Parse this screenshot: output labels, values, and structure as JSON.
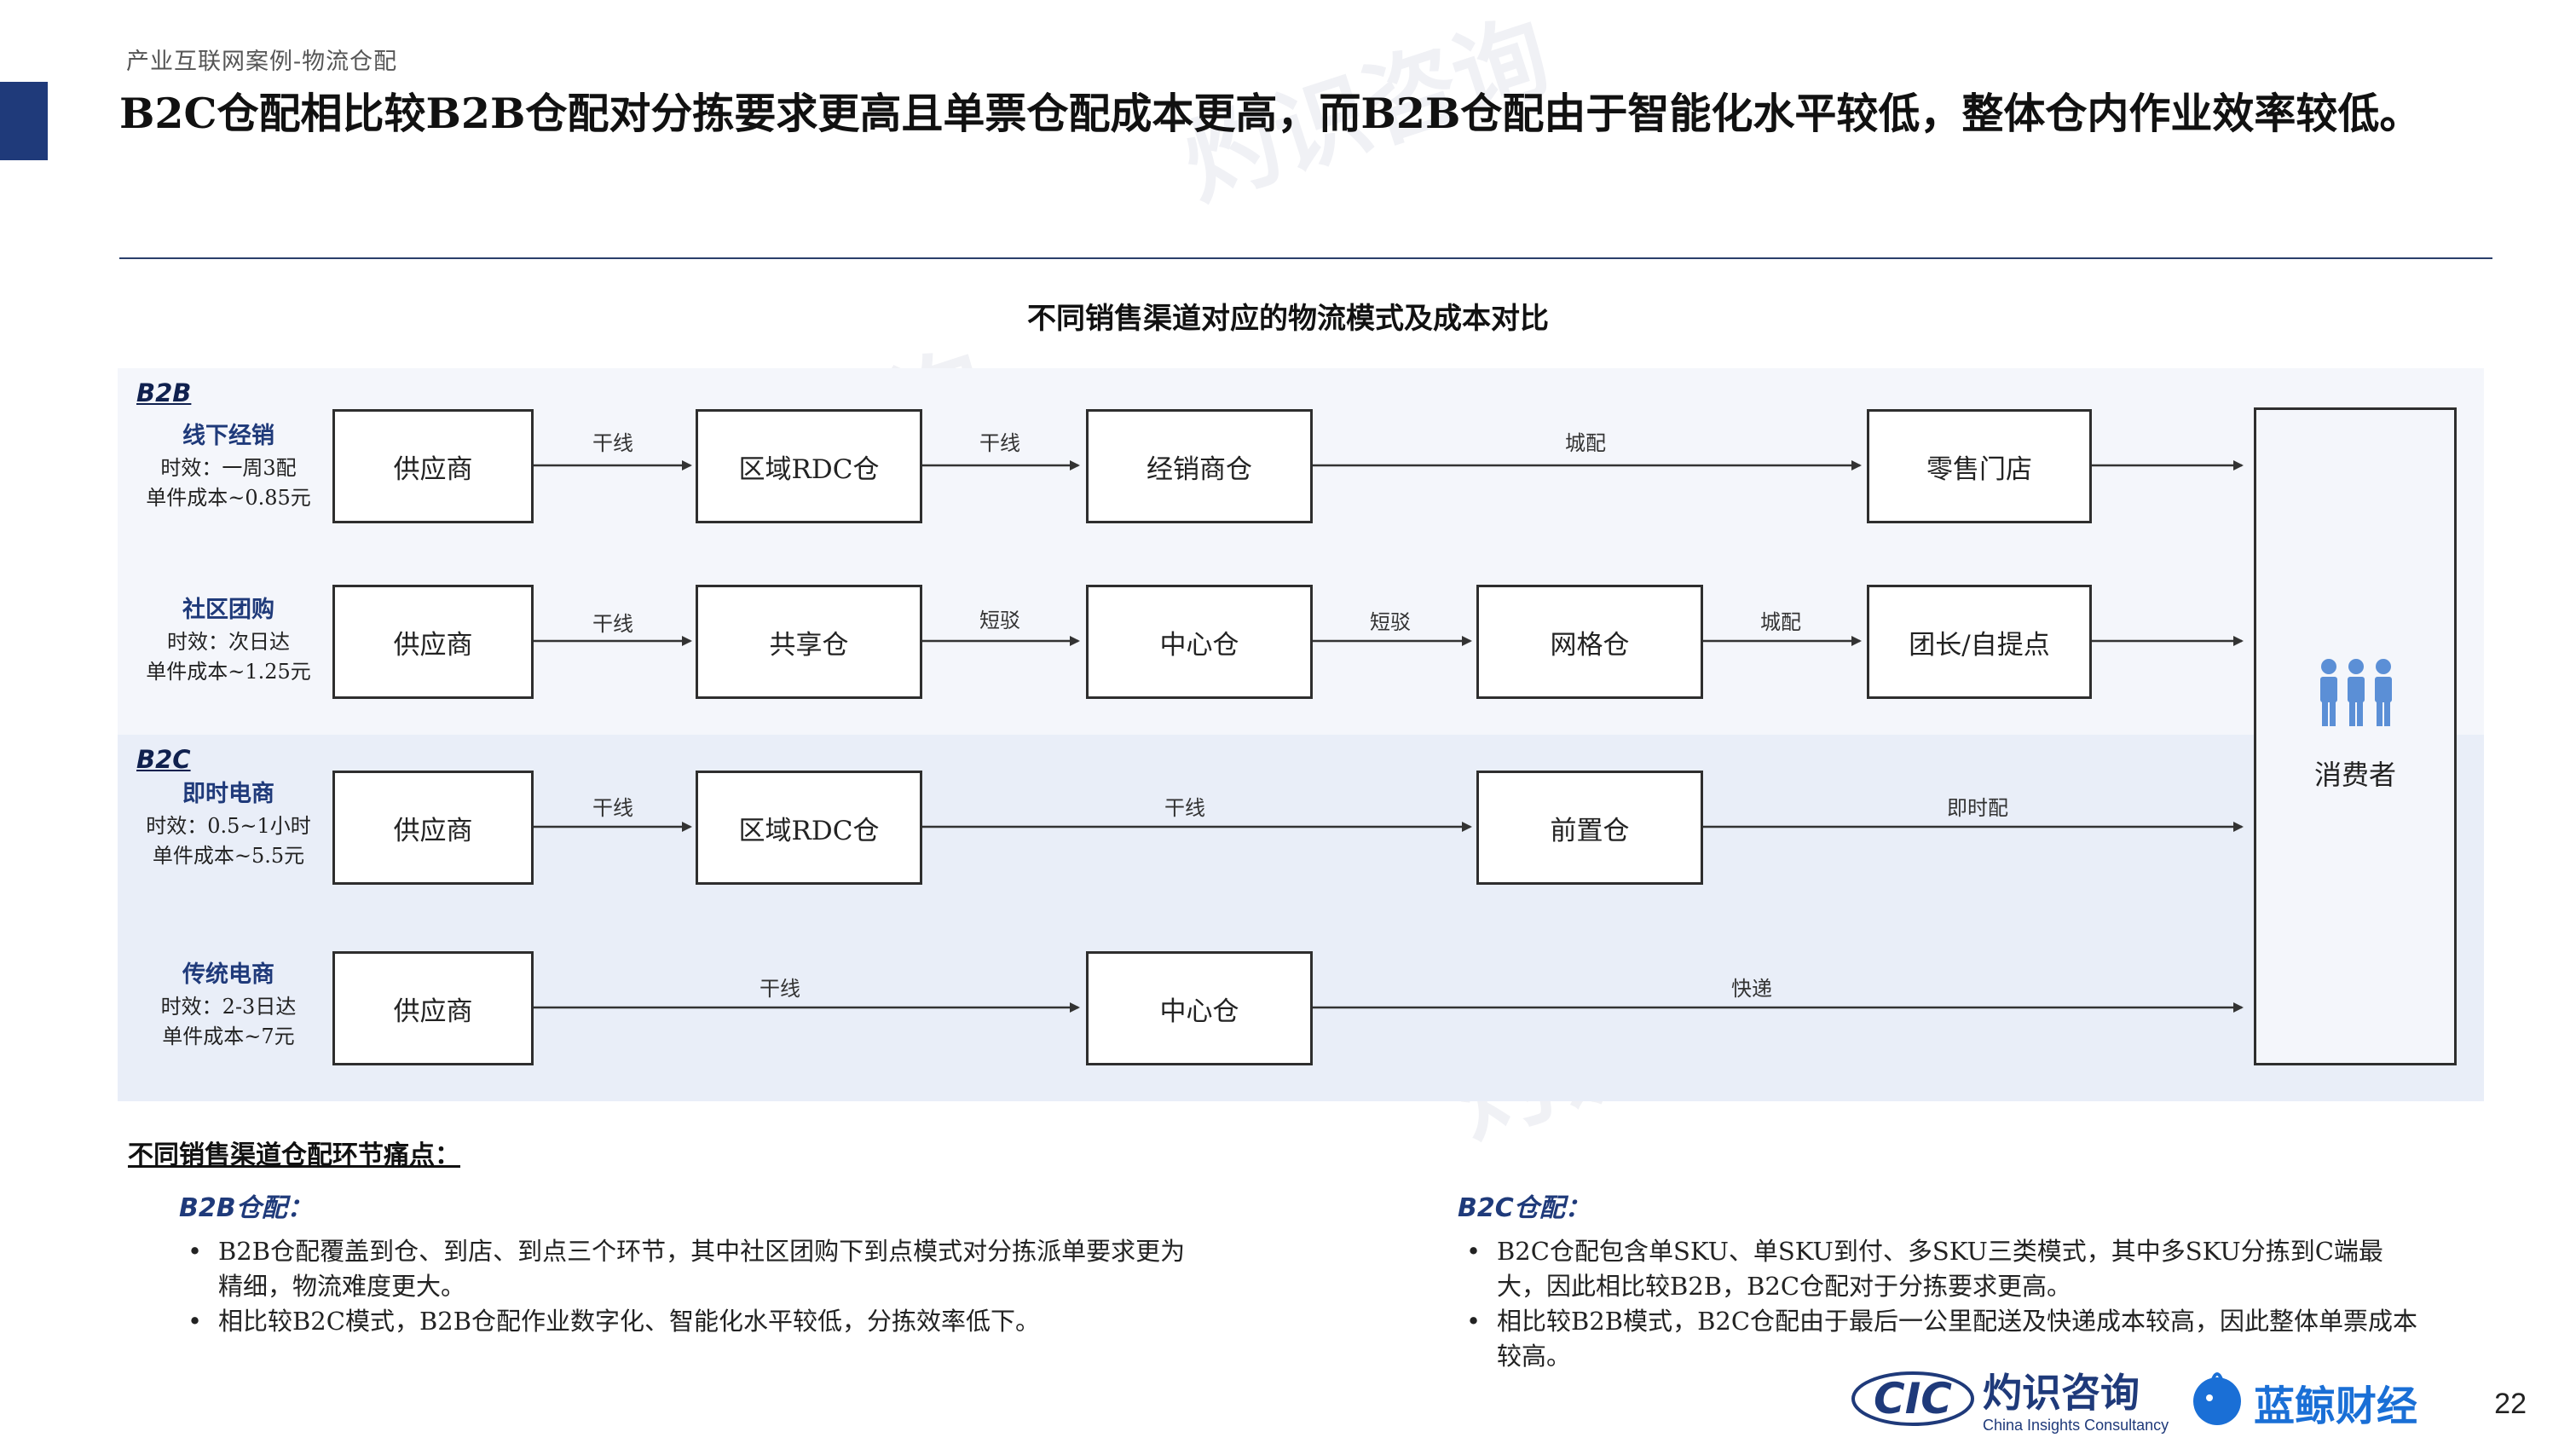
{
  "header": {
    "breadcrumb": "产业互联网案例-物流仓配",
    "title": "B2C仓配相比较B2B仓配对分拣要求更高且单票仓配成本更高，而B2B仓配由于智能化水平较低，整体仓内作业效率较低。"
  },
  "diagram": {
    "title": "不同销售渠道对应的物流模式及成本对比",
    "sections": {
      "b2b": "B2B",
      "b2c": "B2C"
    },
    "rows": [
      {
        "name": "线下经销",
        "timing": "时效：一周3配",
        "cost": "单件成本~0.85元",
        "nodes": [
          "供应商",
          "区域RDC仓",
          "经销商仓",
          "零售门店"
        ],
        "edges": [
          "干线",
          "干线",
          "城配",
          ""
        ]
      },
      {
        "name": "社区团购",
        "timing": "时效：次日达",
        "cost": "单件成本~1.25元",
        "nodes": [
          "供应商",
          "共享仓",
          "中心仓",
          "网格仓",
          "团长/自提点"
        ],
        "edges": [
          "干线",
          "短驳",
          "短驳",
          "城配",
          ""
        ]
      },
      {
        "name": "即时电商",
        "timing": "时效：0.5~1小时",
        "cost": "单件成本~5.5元",
        "nodes": [
          "供应商",
          "区域RDC仓",
          "前置仓"
        ],
        "edges": [
          "干线",
          "干线",
          "即时配"
        ]
      },
      {
        "name": "传统电商",
        "timing": "时效：2-3日达",
        "cost": "单件成本~7元",
        "nodes": [
          "供应商",
          "中心仓"
        ],
        "edges": [
          "干线",
          "快递"
        ]
      }
    ],
    "consumer": {
      "label": "消费者",
      "icon": "people-icon"
    }
  },
  "pain_points": {
    "title": "不同销售渠道仓配环节痛点：",
    "b2b": {
      "title": "B2B仓配：",
      "items": [
        "B2B仓配覆盖到仓、到店、到点三个环节，其中社区团购下到点模式对分拣派单要求更为精细，物流难度更大。",
        "相比较B2C模式，B2B仓配作业数字化、智能化水平较低，分拣效率低下。"
      ]
    },
    "b2c": {
      "title": "B2C仓配：",
      "items": [
        "B2C仓配包含单SKU、单SKU到付、多SKU三类模式，其中多SKU分拣到C端最大，因此相比较B2B，B2C仓配对于分拣要求更高。",
        "相比较B2B模式，B2C仓配由于最后一公里配送及快递成本较高，因此整体单票成本较高。"
      ]
    }
  },
  "footer": {
    "cic_logo_text": "CIC",
    "brand_cn": "灼识咨询",
    "brand_en": "China Insights Consultancy",
    "partner_logo": "蓝鲸财经",
    "page_number": "22"
  },
  "watermark": {
    "cn": "灼识咨询",
    "en": "China Insights Consultancy",
    "logo": "CIC"
  },
  "colors": {
    "accent": "#1f3a7a",
    "band_b2b": "#f4f6fb",
    "band_b2c": "#e9eef8",
    "icon": "#5b8fd6",
    "partner": "#1a6fd6"
  }
}
